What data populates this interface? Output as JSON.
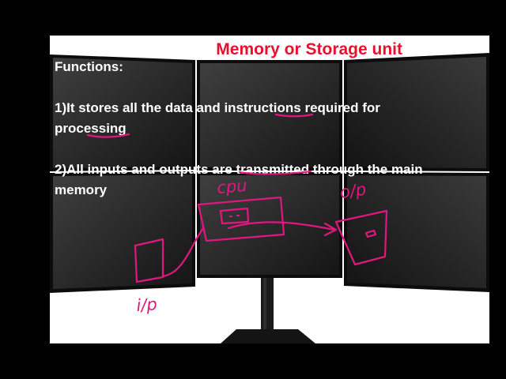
{
  "slide": {
    "title": "Memory or Storage unit",
    "heading": "Functions:",
    "point1_line1": "1)It stores all the data and instructions required for",
    "point1_line2": "processing",
    "point2_line1": "2)All inputs and outputs are transmitted through the main",
    "point2_line2": "memory"
  },
  "annotations": {
    "input_label": "i/p",
    "cpu_label": "cpu",
    "output_label": "o/p"
  },
  "colors": {
    "title": "#e8112d",
    "ink": "#e0177f",
    "body_text": "#ffffff",
    "background": "#000000"
  }
}
